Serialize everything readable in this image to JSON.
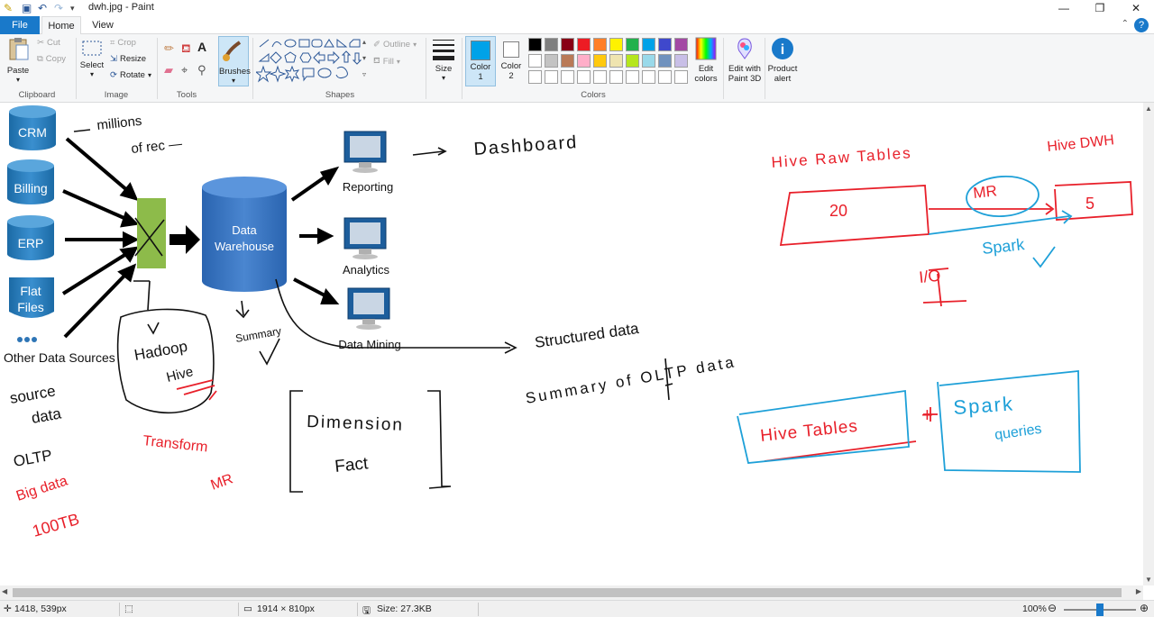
{
  "window": {
    "title": "dwh.jpg - Paint",
    "minimize_glyph": "—",
    "maximize_glyph": "❐",
    "close_glyph": "✕"
  },
  "tabs": [
    {
      "label": "File"
    },
    {
      "label": "Home"
    },
    {
      "label": "View"
    }
  ],
  "ribbon": {
    "clipboard": {
      "label": "Clipboard",
      "paste": "Paste",
      "cut": "Cut",
      "copy": "Copy"
    },
    "image": {
      "label": "Image",
      "select": "Select",
      "crop": "Crop",
      "resize": "Resize",
      "rotate": "Rotate"
    },
    "tools": {
      "label": "Tools"
    },
    "brushes": {
      "label": "Brushes"
    },
    "shapes": {
      "label": "Shapes",
      "outline": "Outline",
      "fill": "Fill"
    },
    "size": {
      "label": "Size"
    },
    "colors": {
      "label": "Colors",
      "color1": "Color\n1",
      "color1_a": "Color",
      "color1_b": "1",
      "color2_a": "Color",
      "color2_b": "2",
      "edit_a": "Edit",
      "edit_b": "colors",
      "paint3d_a": "Edit with",
      "paint3d_b": "Paint 3D",
      "alert_a": "Product",
      "alert_b": "alert",
      "palette_row1": [
        "#000000",
        "#7f7f7f",
        "#880015",
        "#ed1c24",
        "#ff7f27",
        "#fff200",
        "#22b14c",
        "#00a2e8",
        "#3f48cc",
        "#a349a4"
      ],
      "palette_row2": [
        "#ffffff",
        "#c3c3c3",
        "#b97a57",
        "#ffaec9",
        "#ffc90e",
        "#efe4b0",
        "#b5e61d",
        "#99d9ea",
        "#7092be",
        "#c8bfe7"
      ],
      "color1_value": "#00a2e8",
      "color2_value": "#ffffff"
    }
  },
  "diagram": {
    "sources": [
      "CRM",
      "Billing",
      "ERP",
      "Flat Files"
    ],
    "flat_a": "Flat",
    "flat_b": "Files",
    "other_sources": "Other Data Sources",
    "dw_a": "Data",
    "dw_b": "Warehouse",
    "outputs": [
      "Reporting",
      "Analytics",
      "Data Mining"
    ]
  },
  "handwriting": {
    "millions_a": "millions",
    "millions_b": "of rec —",
    "dashboard": "Dashboard",
    "hadoop": "Hadoop",
    "hive": "Hive",
    "summary_small": "Summary",
    "structured": "Structured data",
    "summary_oltp": "Summary of OLTP data",
    "source_a": "source",
    "source_b": "data",
    "oltp": "OLTP",
    "bigdata": "Big data",
    "tb": "100TB",
    "transform": "Transform",
    "mr_small": "MR",
    "dimension": "Dimension",
    "fact": "Fact",
    "hive_raw": "Hive Raw Tables",
    "hive_dwh": "Hive DWH",
    "box20": "20",
    "box5": "5",
    "mr": "MR",
    "spark": "Spark",
    "io": "I/O",
    "hive_tables": "Hive Tables",
    "plus": "+",
    "spark_q_a": "Spark",
    "spark_q_b": "queries"
  },
  "status": {
    "position": "1418, 539px",
    "dimensions": "1914 × 810px",
    "size": "Size: 27.3KB",
    "zoom": "100%",
    "zoom_level": 1.0
  },
  "colors": {
    "accent": "#1979ca",
    "ribbon_bg": "#f5f6f7",
    "cylinder": "#2e75b6",
    "ink_black": "#111111",
    "ink_red": "#e8202a",
    "ink_blue": "#1ea0d8"
  }
}
